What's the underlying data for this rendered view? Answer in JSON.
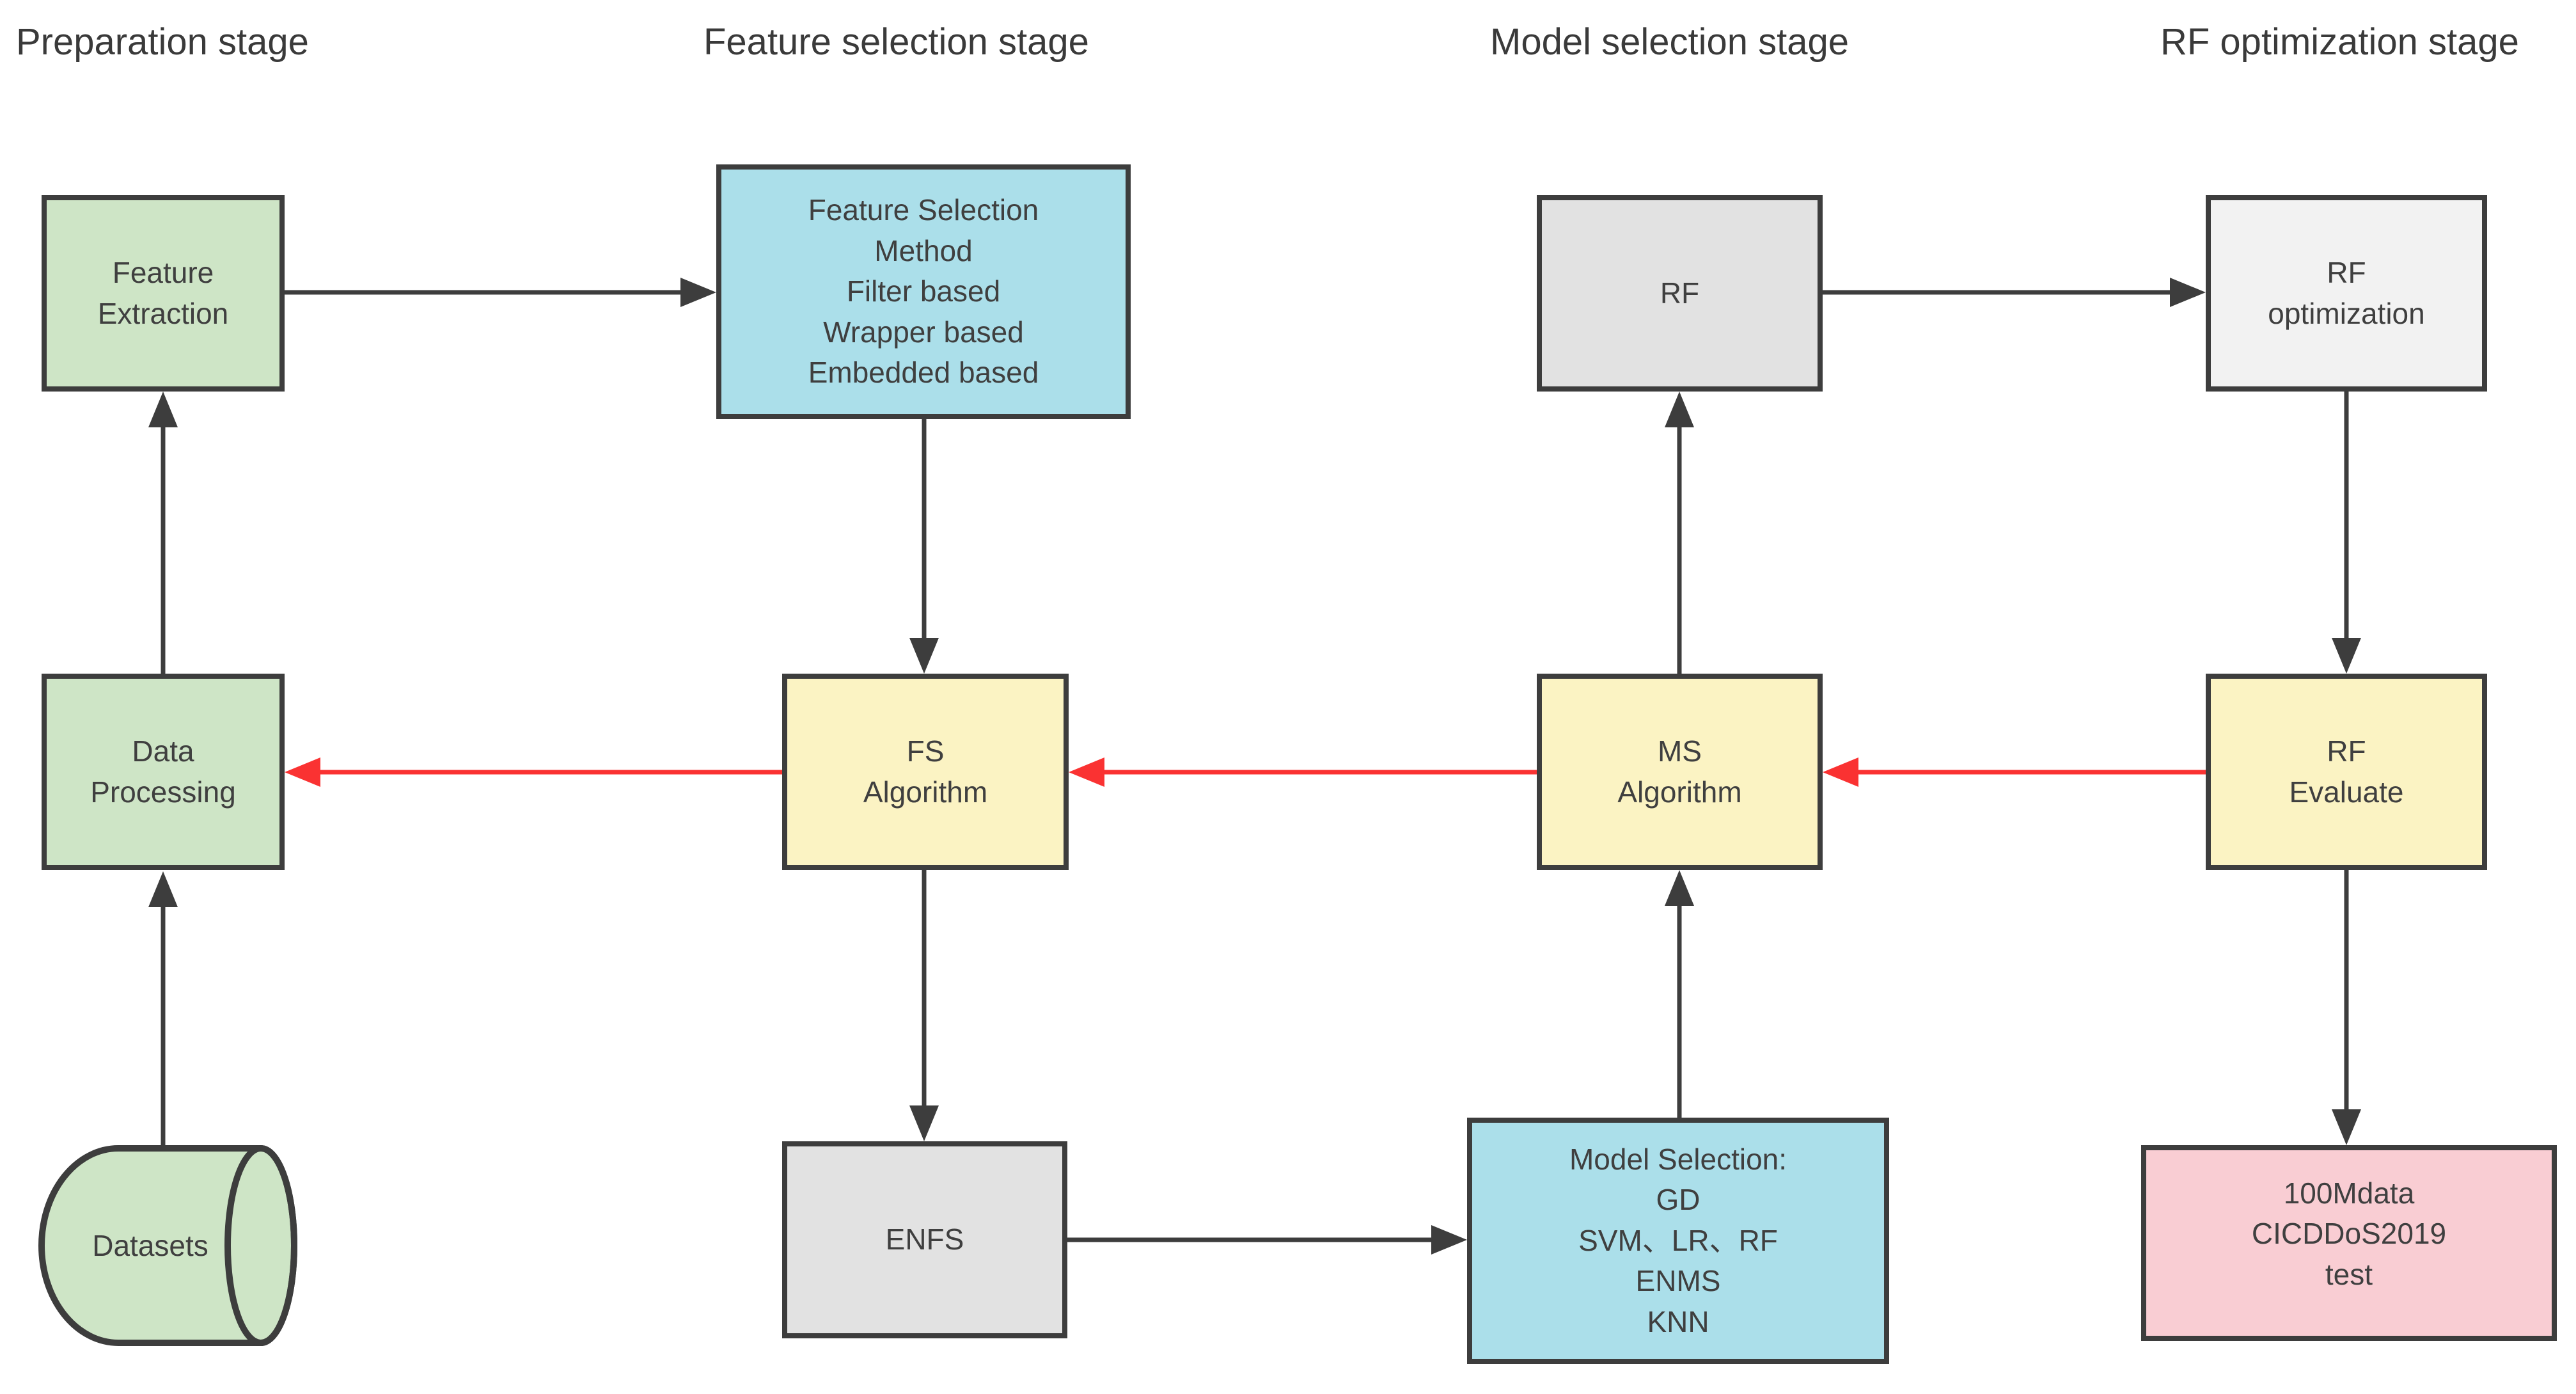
{
  "stages": [
    {
      "title": "Preparation stage"
    },
    {
      "title": "Feature selection stage"
    },
    {
      "title": "Model selection stage"
    },
    {
      "title": "RF optimization stage"
    }
  ],
  "nodes": {
    "feature_extraction": {
      "label": "Feature\nExtraction"
    },
    "data_processing": {
      "label": "Data\nProcessing"
    },
    "datasets": {
      "label": "Datasets"
    },
    "fs_method": {
      "label": "Feature Selection\nMethod\nFilter based\nWrapper based\nEmbedded based"
    },
    "fs_algorithm": {
      "label": "FS\nAlgorithm"
    },
    "enfs": {
      "label": "ENFS"
    },
    "rf": {
      "label": "RF"
    },
    "ms_algorithm": {
      "label": "MS\nAlgorithm"
    },
    "model_selection": {
      "label": "Model Selection:\nGD\nSVM、LR、RF\nENMS\nKNN"
    },
    "rf_optimization": {
      "label": "RF\noptimization"
    },
    "rf_evaluate": {
      "label": "RF\nEvaluate"
    },
    "test_data": {
      "label": "100Mdata\nCICDDoS2019\ntest"
    }
  },
  "colors": {
    "background": "#ffffff",
    "box_border": "#3d3d3d",
    "arrow_black": "#3d3d3d",
    "arrow_red": "#fa3232",
    "text": "#3f3f3f",
    "green_fill": "#cee5c6",
    "cyan_fill": "#abdfea",
    "yellow_fill": "#fbf3c3",
    "gray_fill": "#e2e2e2",
    "light_gray_fill": "#f2f2f2",
    "pink_fill": "#f9cdd3"
  }
}
